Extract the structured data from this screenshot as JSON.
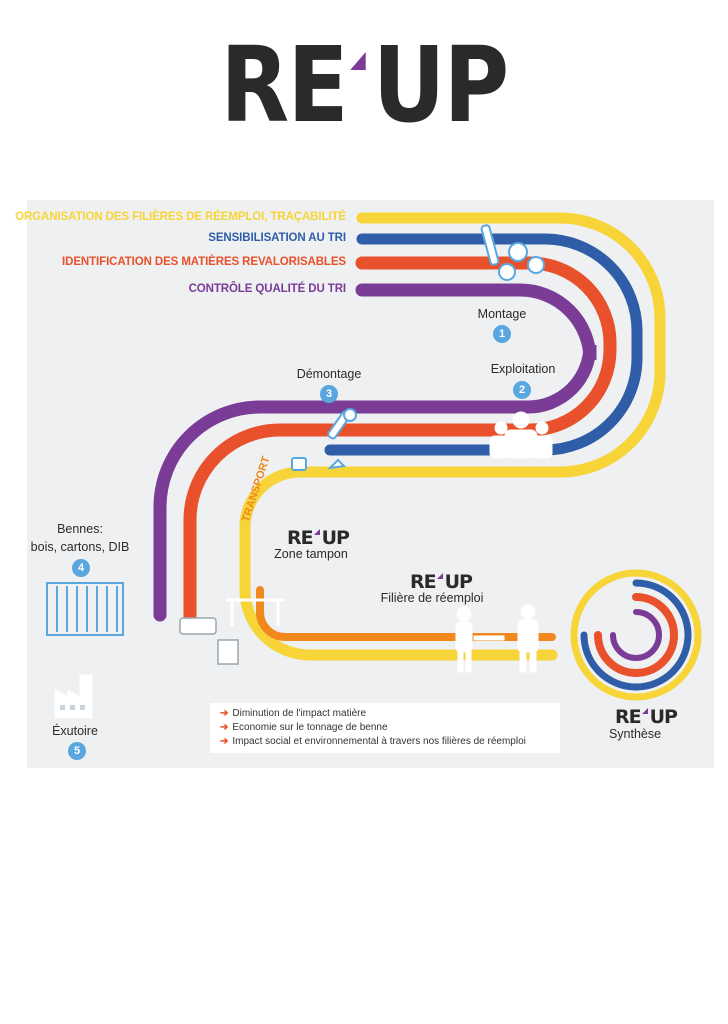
{
  "brand": {
    "logo_left": "RE",
    "logo_right": "UP",
    "accent_color": "#7a3c97"
  },
  "streams": [
    {
      "label": "Organisation des filières de réemploi, traçabilité",
      "color": "#f7d438"
    },
    {
      "label": "Sensibilisation au tri",
      "color": "#2f5da8"
    },
    {
      "label": "Identification des matières revalorisables",
      "color": "#e8512b"
    },
    {
      "label": "Contrôle qualité du tri",
      "color": "#7a3c97"
    }
  ],
  "steps": [
    {
      "label": "Montage",
      "number": "1"
    },
    {
      "label": "Exploitation",
      "number": "2"
    },
    {
      "label": "Démontage",
      "number": "3"
    },
    {
      "label": "Bennes:",
      "sublabel": "bois, cartons, DIB",
      "number": "4"
    },
    {
      "label": "Éxutoire",
      "number": "5"
    }
  ],
  "transport_label": "TRANSPORT",
  "stations": {
    "zone_tampon": {
      "logo_left": "RE",
      "logo_right": "UP",
      "label": "Zone tampon"
    },
    "filiere": {
      "logo_left": "RE",
      "logo_right": "UP",
      "label": "Filière de réemploi"
    },
    "synthese": {
      "logo_left": "RE",
      "logo_right": "UP",
      "label": "Synthèse"
    }
  },
  "transport_color": "#f0881d",
  "legend": [
    "Diminution de l'impact matière",
    "Economie sur le tonnage de benne",
    "Impact social et environnemental à travers nos filières de réemploi"
  ],
  "icon_color": "#5aa7e0"
}
